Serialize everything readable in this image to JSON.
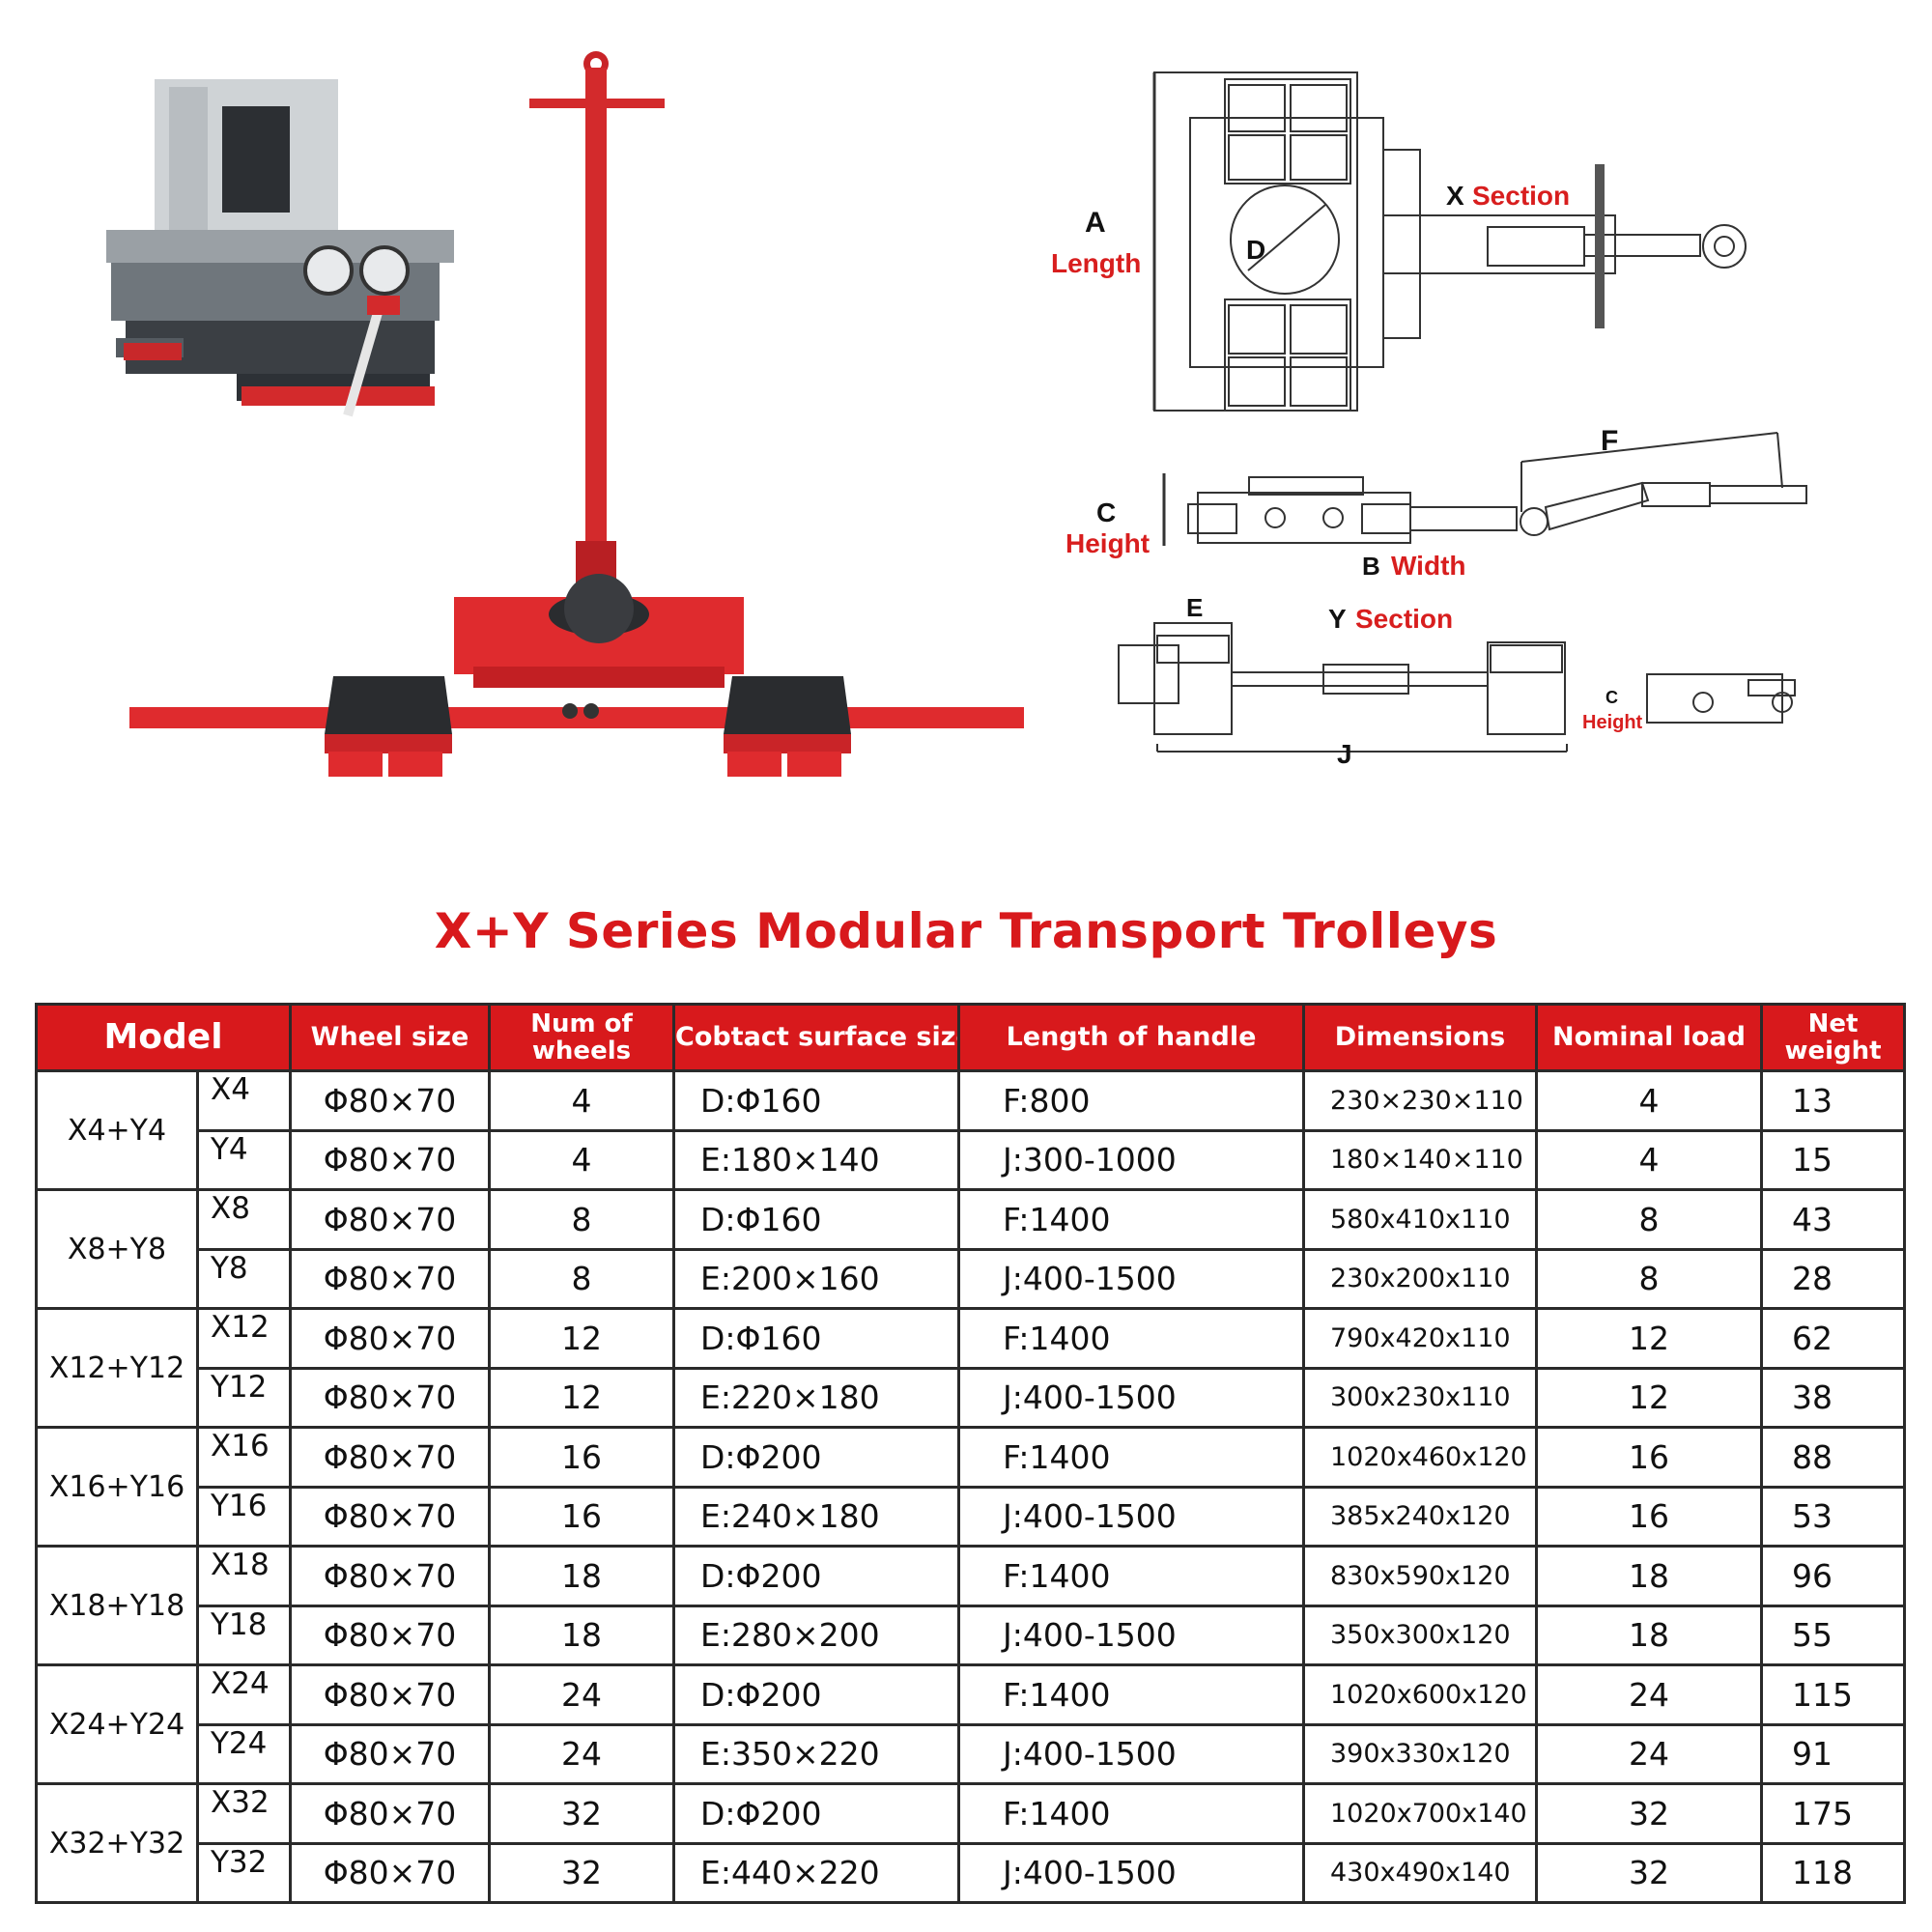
{
  "diagram": {
    "x_view": {
      "a_letter": "A",
      "a_label": "Length",
      "d_letter": "D",
      "section_letter": "X",
      "section_label": "Section"
    },
    "side_view": {
      "c_letter": "C",
      "c_label": "Height",
      "b_letter": "B",
      "b_label": "Width",
      "f_letter": "F"
    },
    "y_view": {
      "e_letter": "E",
      "section_letter": "Y",
      "section_label": "Section",
      "j_letter": "J",
      "c_letter": "C",
      "c_label": "Height"
    }
  },
  "title": "X+Y Series Modular Transport Trolleys",
  "table": {
    "headers": {
      "model": "Model",
      "wheel_size": "Wheel size",
      "num_wheels": "Num of wheels",
      "contact_surface": "Cobtact surface size",
      "handle_length": "Length of handle",
      "dimensions": "Dimensions",
      "nominal_load": "Nominal load",
      "net_weight": "Net weight"
    },
    "groups": [
      {
        "name": "X4+Y4",
        "rows": [
          {
            "sub": "X4",
            "wheel": "Φ80×70",
            "num": "4",
            "contact": "D:Φ160",
            "handle": "F:800",
            "dims": "230×230×110",
            "load": "4",
            "weight": "13"
          },
          {
            "sub": "Y4",
            "wheel": "Φ80×70",
            "num": "4",
            "contact": "E:180×140",
            "handle": "J:300-1000",
            "dims": "180×140×110",
            "load": "4",
            "weight": "15"
          }
        ]
      },
      {
        "name": "X8+Y8",
        "rows": [
          {
            "sub": "X8",
            "wheel": "Φ80×70",
            "num": "8",
            "contact": "D:Φ160",
            "handle": "F:1400",
            "dims": "580x410x110",
            "load": "8",
            "weight": "43"
          },
          {
            "sub": "Y8",
            "wheel": "Φ80×70",
            "num": "8",
            "contact": "E:200×160",
            "handle": "J:400-1500",
            "dims": "230x200x110",
            "load": "8",
            "weight": "28"
          }
        ]
      },
      {
        "name": "X12+Y12",
        "rows": [
          {
            "sub": "X12",
            "wheel": "Φ80×70",
            "num": "12",
            "contact": "D:Φ160",
            "handle": "F:1400",
            "dims": "790x420x110",
            "load": "12",
            "weight": "62"
          },
          {
            "sub": "Y12",
            "wheel": "Φ80×70",
            "num": "12",
            "contact": "E:220×180",
            "handle": "J:400-1500",
            "dims": "300x230x110",
            "load": "12",
            "weight": "38"
          }
        ]
      },
      {
        "name": "X16+Y16",
        "rows": [
          {
            "sub": "X16",
            "wheel": "Φ80×70",
            "num": "16",
            "contact": "D:Φ200",
            "handle": "F:1400",
            "dims": "1020x460x120",
            "load": "16",
            "weight": "88"
          },
          {
            "sub": "Y16",
            "wheel": "Φ80×70",
            "num": "16",
            "contact": "E:240×180",
            "handle": "J:400-1500",
            "dims": "385x240x120",
            "load": "16",
            "weight": "53"
          }
        ]
      },
      {
        "name": "X18+Y18",
        "rows": [
          {
            "sub": "X18",
            "wheel": "Φ80×70",
            "num": "18",
            "contact": "D:Φ200",
            "handle": "F:1400",
            "dims": "830x590x120",
            "load": "18",
            "weight": "96"
          },
          {
            "sub": "Y18",
            "wheel": "Φ80×70",
            "num": "18",
            "contact": "E:280×200",
            "handle": "J:400-1500",
            "dims": "350x300x120",
            "load": "18",
            "weight": "55"
          }
        ]
      },
      {
        "name": "X24+Y24",
        "rows": [
          {
            "sub": "X24",
            "wheel": "Φ80×70",
            "num": "24",
            "contact": "D:Φ200",
            "handle": "F:1400",
            "dims": "1020x600x120",
            "load": "24",
            "weight": "115"
          },
          {
            "sub": "Y24",
            "wheel": "Φ80×70",
            "num": "24",
            "contact": "E:350×220",
            "handle": "J:400-1500",
            "dims": "390x330x120",
            "load": "24",
            "weight": "91"
          }
        ]
      },
      {
        "name": "X32+Y32",
        "rows": [
          {
            "sub": "X32",
            "wheel": "Φ80×70",
            "num": "32",
            "contact": "D:Φ200",
            "handle": "F:1400",
            "dims": "1020x700x140",
            "load": "32",
            "weight": "175"
          },
          {
            "sub": "Y32",
            "wheel": "Φ80×70",
            "num": "32",
            "contact": "E:440×220",
            "handle": "J:400-1500",
            "dims": "430x490x140",
            "load": "32",
            "weight": "118"
          }
        ]
      }
    ]
  }
}
